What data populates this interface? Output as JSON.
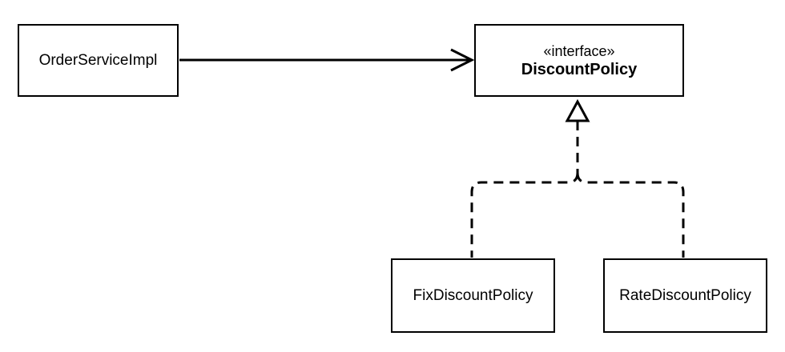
{
  "nodes": {
    "order_service_impl": {
      "label": "OrderServiceImpl"
    },
    "discount_policy": {
      "stereotype": "«interface»",
      "label": "DiscountPolicy"
    },
    "fix_discount_policy": {
      "label": "FixDiscountPolicy"
    },
    "rate_discount_policy": {
      "label": "RateDiscountPolicy"
    }
  },
  "edges": [
    {
      "from": "OrderServiceImpl",
      "to": "DiscountPolicy",
      "kind": "dependency",
      "line": "solid",
      "head": "open-arrow"
    },
    {
      "from": "FixDiscountPolicy",
      "to": "DiscountPolicy",
      "kind": "realization",
      "line": "dashed",
      "head": "hollow-triangle"
    },
    {
      "from": "RateDiscountPolicy",
      "to": "DiscountPolicy",
      "kind": "realization",
      "line": "dashed",
      "head": "hollow-triangle"
    }
  ],
  "colors": {
    "stroke": "#000000",
    "fill": "#ffffff",
    "text": "#000000"
  }
}
